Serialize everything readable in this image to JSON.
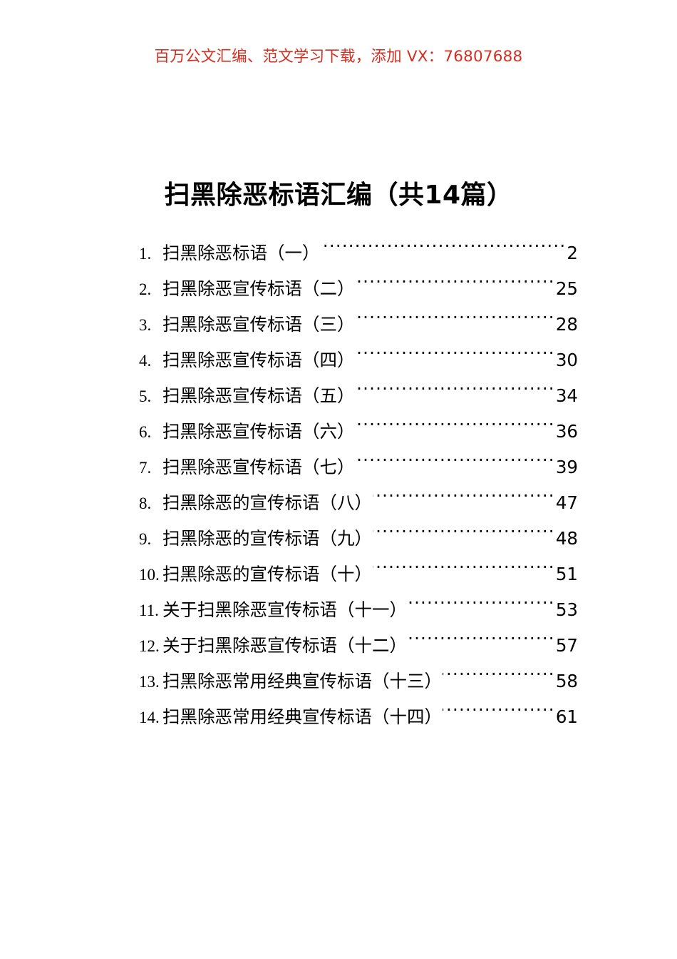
{
  "header": {
    "promo_text": "百万公文汇编、范文学习下载，添加 VX：76807688",
    "promo_color": "#d42f22"
  },
  "title": {
    "text": "扫黑除恶标语汇编（共14篇）"
  },
  "toc": {
    "entries": [
      {
        "num": "1.",
        "label": "扫黑除恶标语（一）",
        "page": "2"
      },
      {
        "num": "2.",
        "label": "扫黑除恶宣传标语（二）",
        "page": "25"
      },
      {
        "num": "3.",
        "label": "扫黑除恶宣传标语（三）",
        "page": "28"
      },
      {
        "num": "4.",
        "label": "扫黑除恶宣传标语（四）",
        "page": "30"
      },
      {
        "num": "5.",
        "label": "扫黑除恶宣传标语（五）",
        "page": "34"
      },
      {
        "num": "6.",
        "label": "扫黑除恶宣传标语（六）",
        "page": "36"
      },
      {
        "num": "7.",
        "label": "扫黑除恶宣传标语（七）",
        "page": "39"
      },
      {
        "num": "8.",
        "label": "扫黑除恶的宣传标语（八）",
        "page": "47"
      },
      {
        "num": "9.",
        "label": "扫黑除恶的宣传标语（九）",
        "page": "48"
      },
      {
        "num": "10.",
        "label": "扫黑除恶的宣传标语（十）",
        "page": "51"
      },
      {
        "num": "11.",
        "label": "关于扫黑除恶宣传标语（十一）",
        "page": "53"
      },
      {
        "num": "12.",
        "label": "关于扫黑除恶宣传标语（十二）",
        "page": "57"
      },
      {
        "num": "13.",
        "label": "扫黑除恶常用经典宣传标语（十三）",
        "page": "58"
      },
      {
        "num": "14.",
        "label": "扫黑除恶常用经典宣传标语（十四）",
        "page": "61"
      }
    ]
  }
}
